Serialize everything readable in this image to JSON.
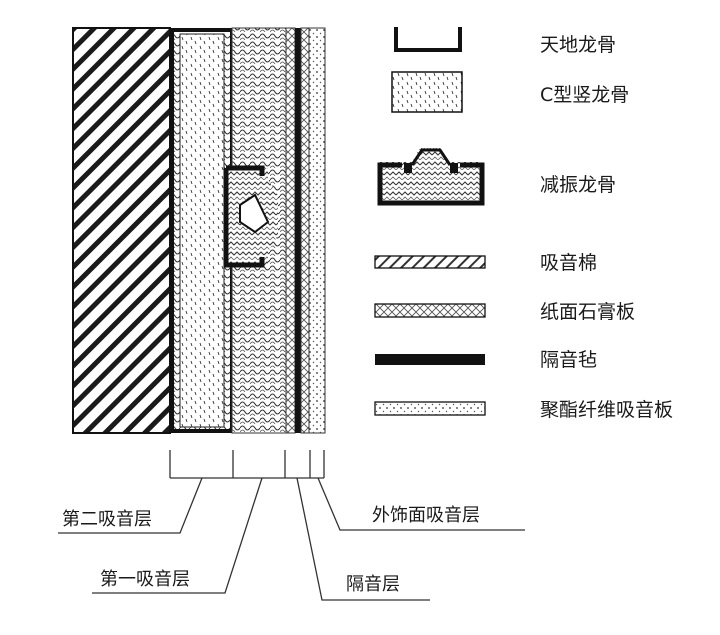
{
  "legend": [
    {
      "key": "floor-ceiling-keel",
      "label": "天地龙骨",
      "icon": "u-channel-icon"
    },
    {
      "key": "c-stud",
      "label": "C型竖龙骨",
      "icon": "dotted-block-icon"
    },
    {
      "key": "damping-keel",
      "label": "减振龙骨",
      "icon": "damping-channel-icon"
    },
    {
      "key": "sound-absorbing-cotton",
      "label": "吸音棉",
      "icon": "hatched-strip-icon"
    },
    {
      "key": "gypsum-board",
      "label": "纸面石膏板",
      "icon": "crosshatched-strip-icon"
    },
    {
      "key": "sound-insulation-felt",
      "label": "隔音毡",
      "icon": "solid-black-strip-icon"
    },
    {
      "key": "polyester-fiber-board",
      "label": "聚酯纤维吸音板",
      "icon": "dotted-strip-icon"
    }
  ],
  "layers": {
    "second": "第二吸音层",
    "first": "第一吸音层",
    "isolation": "隔音层",
    "outer": "外饰面吸音层"
  },
  "colors": {
    "ink": "#111111",
    "paper": "#ffffff",
    "line": "#333333"
  }
}
